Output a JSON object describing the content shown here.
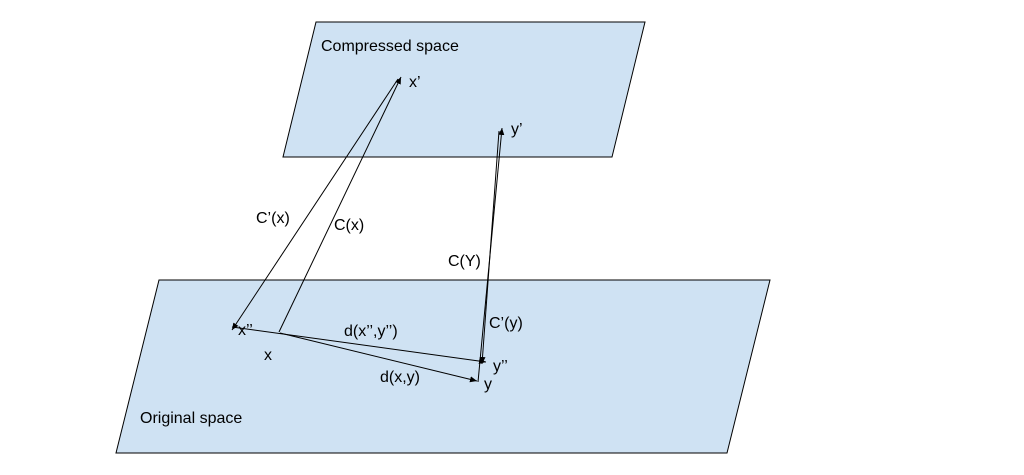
{
  "planes": {
    "compressed_label": "Compressed space",
    "original_label": "Original space"
  },
  "points": {
    "x_prime": "x’",
    "y_prime": "y’",
    "x_double_prime": "x’’",
    "y_double_prime": "y’’",
    "x": "x",
    "y": "y"
  },
  "mappings": {
    "c_prime_x": "C’(x)",
    "c_x": "C(x)",
    "c_Y": "C(Y)",
    "c_prime_y": "C’(y)"
  },
  "distances": {
    "d_xpp_ypp": "d(x’’,y’’)",
    "d_x_y": "d(x,y)"
  },
  "colors": {
    "plane_fill": "#cfe2f3",
    "line": "#000000"
  }
}
